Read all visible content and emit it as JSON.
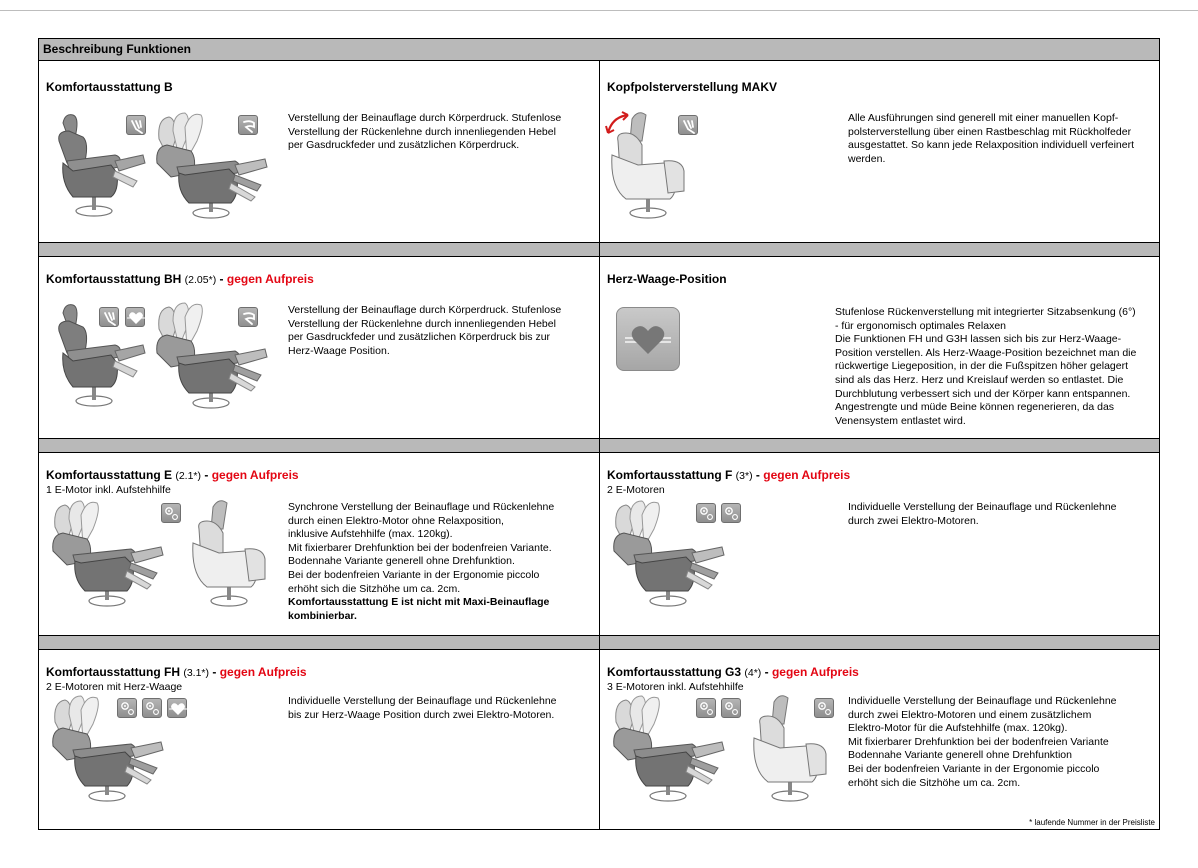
{
  "header": {
    "title": "Beschreibung Funktionen"
  },
  "cells": {
    "b": {
      "title": "Komfortausstattung B",
      "desc": "Verstellung der Beinauflage durch Körperdruck. Stufenlose\nVerstellung der Rückenlehne durch innenliegenden Hebel\nper Gasdruckfeder und zusätzlichen Körperdruck."
    },
    "makv": {
      "title": "Kopfpolsterverstellung MAKV",
      "desc": "Alle Ausführungen sind generell mit einer manuellen Kopf-\npolsterverstellung über einen Rastbeschlag mit Rückholfeder\nausgestattet. So kann jede Relaxposition individuell verfeinert\nwerden."
    },
    "bh": {
      "title": "Komfortausstattung BH",
      "num": "(2.05*)",
      "dash": " - ",
      "extra": "gegen Aufpreis",
      "desc": "Verstellung der Beinauflage durch Körperdruck. Stufenlose\nVerstellung der Rückenlehne durch innenliegenden Hebel\nper Gasdruckfeder und zusätzlichen Körperdruck bis zur\nHerz-Waage Position."
    },
    "herz": {
      "title": "Herz-Waage-Position",
      "desc": "Stufenlose Rückenverstellung mit integrierter Sitzabsenkung (6°)\n- für ergonomisch optimales Relaxen\nDie Funktionen FH und G3H lassen sich bis zur Herz-Waage-\nPosition verstellen. Als Herz-Waage-Position bezeichnet man die\nrückwertige Liegeposition, in der die Fußspitzen höher gelagert\nsind als das Herz. Herz und Kreislauf werden so entlastet. Die\nDurchblutung verbessert sich und der Körper kann entspannen.\nAngestrengte und müde Beine können regenerieren, da das\nVenensystem entlastet wird."
    },
    "e": {
      "title": "Komfortausstattung E",
      "num": "(2.1*)",
      "dash": "  - ",
      "extra": "gegen Aufpreis",
      "sub": "1 E-Motor inkl. Aufstehhilfe",
      "desc": "Synchrone Verstellung der Beinauflage und Rückenlehne\ndurch einen Elektro-Motor ohne Relaxposition,\ninklusive Aufstehhilfe (max. 120kg).\nMit fixierbarer Drehfunktion bei der bodenfreien Variante.\nBodennahe Variante generell ohne Drehfunktion.\nBei der bodenfreien Variante in der Ergonomie piccolo\nerhöht sich die Sitzhöhe um ca. 2cm.",
      "desc_bold": "Komfortausstattung E ist nicht mit Maxi-Beinauflage\nkombinierbar."
    },
    "f": {
      "title": "Komfortausstattung F",
      "num": "(3*)",
      "dash": "  - ",
      "extra": "gegen Aufpreis",
      "sub": "2 E-Motoren",
      "desc": "Individuelle Verstellung der Beinauflage und Rückenlehne\ndurch zwei Elektro-Motoren."
    },
    "fh": {
      "title": "Komfortausstattung FH",
      "num": "(3.1*)",
      "dash": "  - ",
      "extra": "gegen Aufpreis",
      "sub": "2 E-Motoren mit Herz-Waage",
      "desc": "Individuelle Verstellung der Beinauflage und Rückenlehne\nbis zur Herz-Waage Position durch zwei Elektro-Motoren."
    },
    "g3": {
      "title": "Komfortausstattung G3",
      "num": "(4*)",
      "dash": "  - ",
      "extra": "gegen Aufpreis",
      "sub": "3 E-Motoren inkl. Aufstehhilfe",
      "desc": "Individuelle Verstellung der Beinauflage und Rückenlehne\ndurch zwei Elektro-Motoren und einem zusätzlichem\nElektro-Motor für die Aufstehhilfe (max. 120kg).\nMit fixierbarer Drehfunktion bei der bodenfreien Variante\nBodennahe Variante generell ohne Drehfunktion\nBei der bodenfreien Variante in der Ergonomie piccolo\nerhöht sich die Sitzhöhe um ca. 2cm."
    }
  },
  "footnote": "* laufende Nummer in der Preisliste",
  "colors": {
    "accent_red": "#e30613",
    "band_grey": "#b9b9b9",
    "chair_grey": "#7a7a7a",
    "chair_light": "#e6e6e6"
  },
  "icons": [
    "hand-push-icon",
    "lever-icon",
    "heart-icon",
    "motor-gear-icon",
    "head-tilt-arrow-icon"
  ]
}
